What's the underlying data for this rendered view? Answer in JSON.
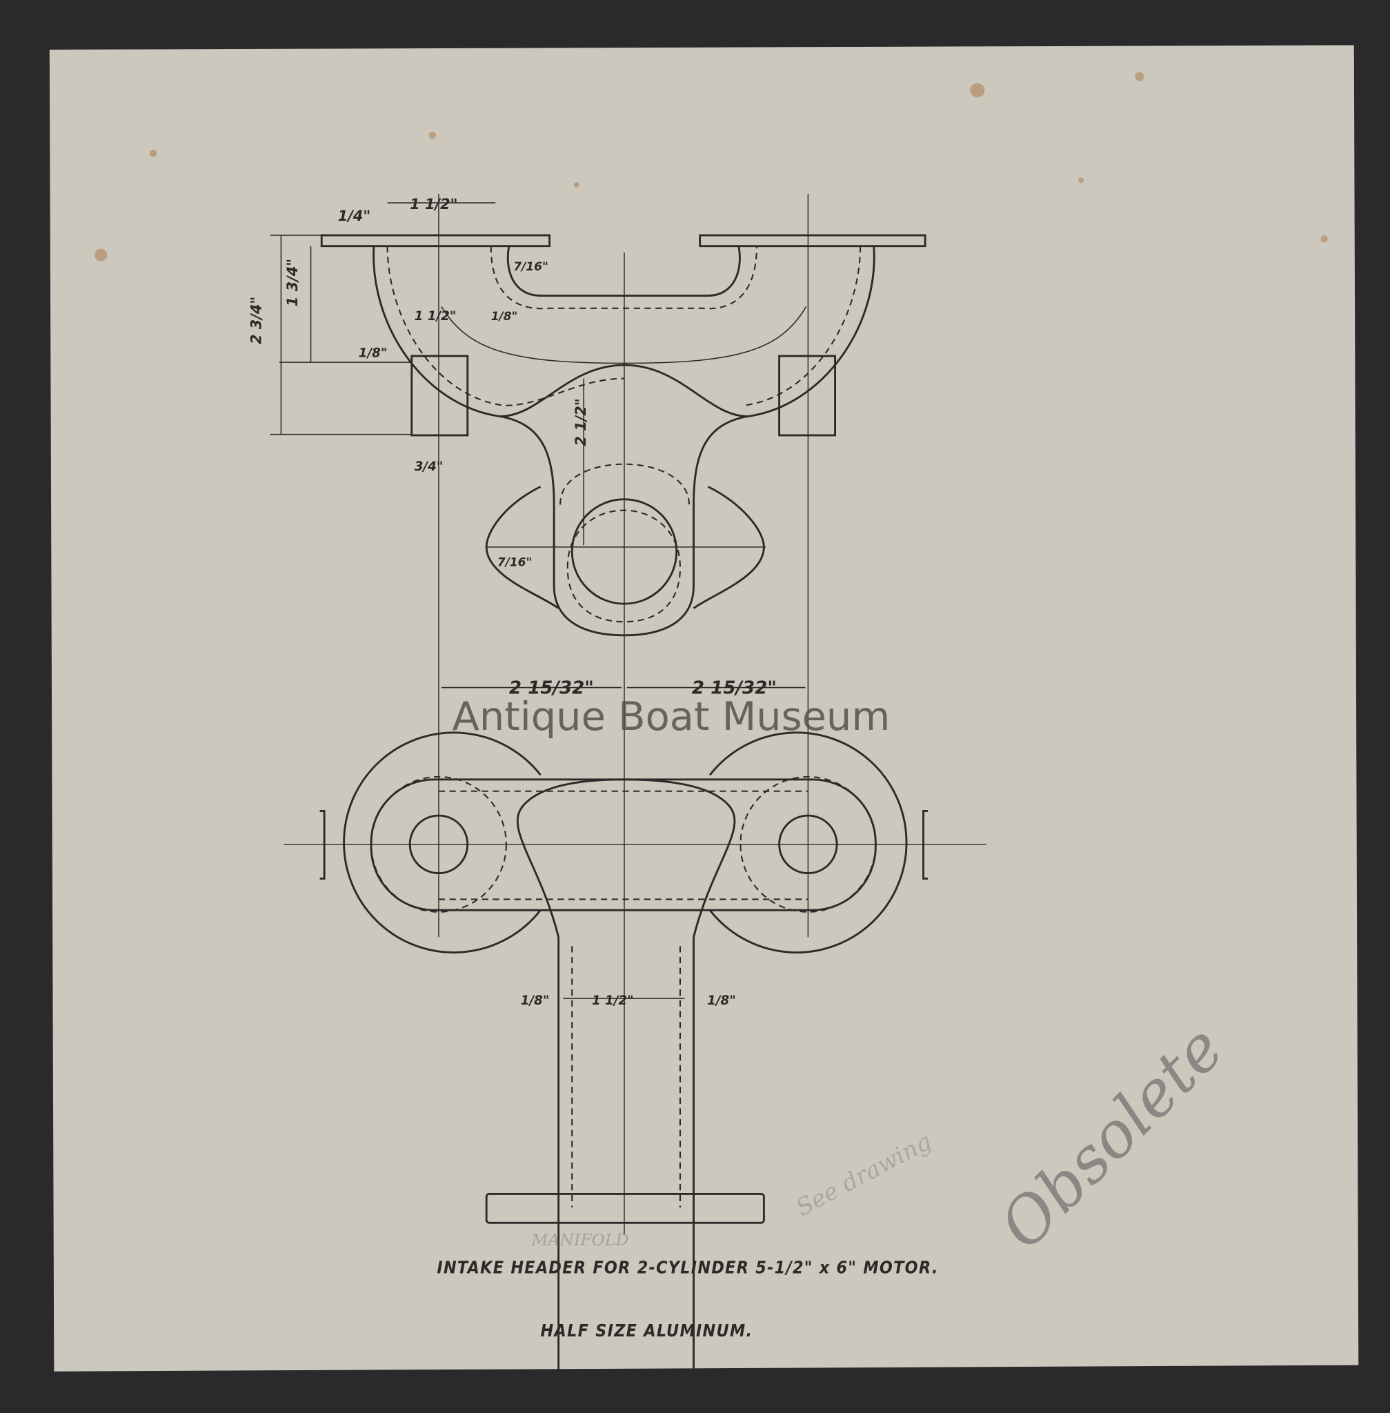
{
  "drawing": {
    "title": "INTAKE HEADER FOR 2-CYLINDER 5-1/2\" x 6\" MOTOR.",
    "subtitle": "HALF SIZE ALUMINUM.",
    "pencil_label": "MANIFOLD",
    "pencil_note": "See drawing",
    "pencil_stamp": "Obsolete",
    "watermark": "Antique Boat Museum",
    "dimensions": {
      "flange_thickness": "1/4\"",
      "flange_width": "1 1/2\"",
      "overall_height": "2 3/4\"",
      "inner_height": "1 3/4\"",
      "wall_outer": "1/8\"",
      "bore": "1 1/2\"",
      "fillet": "7/16\"",
      "wall_inner": "1/8\"",
      "boss_width": "3/4\"",
      "branch_drop": "2 1/2\"",
      "flange_radius": "7/16\"",
      "center_left": "2 15/32\"",
      "center_right": "2 15/32\"",
      "pipe_wall_left": "1/8\"",
      "pipe_bore": "1 1/2\"",
      "pipe_wall_right": "1/8\""
    }
  },
  "colors": {
    "paper": "#cdc8be",
    "ink": "#2b2a28",
    "background": "#2a2a2c",
    "stain": "#a8733f"
  }
}
